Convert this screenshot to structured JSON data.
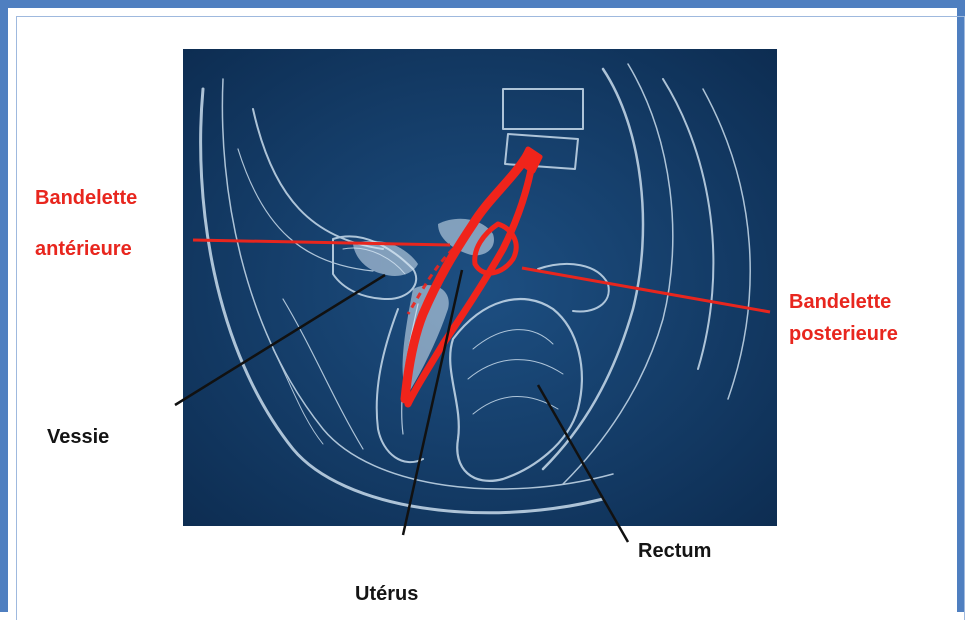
{
  "labels": {
    "anterior_band_line1": "Bandelette",
    "anterior_band_line2": "antérieure",
    "posterior_band_line1": "Bandelette",
    "posterior_band_line2": "posterieure",
    "bladder": "Vessie",
    "rectum": "Rectum",
    "uterus": "Utérus"
  },
  "colors": {
    "frame_border": "#4f7fc0",
    "figure_background": "#123a66",
    "anatomy_lines": "#c9dcec",
    "band_highlight": "#f0241b",
    "red_label": "#e8261e",
    "black_label": "#141414"
  }
}
